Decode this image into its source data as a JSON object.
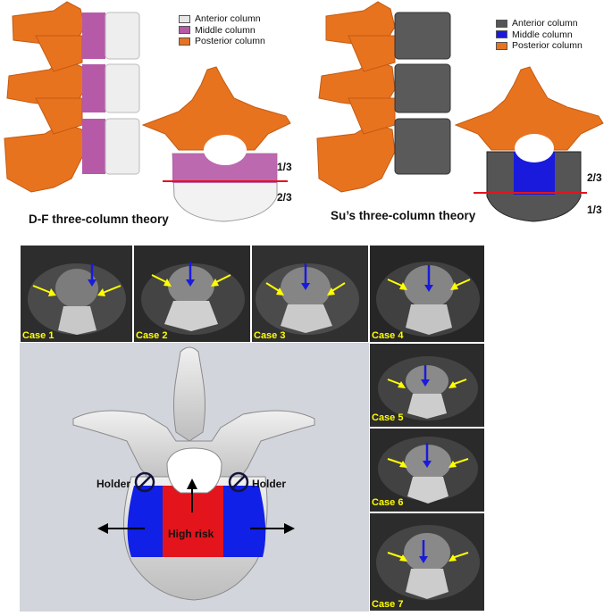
{
  "top_left": {
    "legend": [
      {
        "label": "Anterior column",
        "color": "#e6e6e6"
      },
      {
        "label": "Middle column",
        "color": "#b65aa8"
      },
      {
        "label": "Posterior column",
        "color": "#e8731f"
      }
    ],
    "title": "D-F three-column theory",
    "frac_upper": "1/3",
    "frac_lower": "2/3"
  },
  "top_right": {
    "legend": [
      {
        "label": "Anterior column",
        "color": "#555555"
      },
      {
        "label": "Middle column",
        "color": "#1a1adc"
      },
      {
        "label": "Posterior column",
        "color": "#e8731f"
      }
    ],
    "title": "Su’s three-column theory",
    "frac_upper": "2/3",
    "frac_lower": "1/3"
  },
  "cases": [
    "Case 1",
    "Case 2",
    "Case 3",
    "Case 4",
    "Case 5",
    "Case 6",
    "Case 7"
  ],
  "model": {
    "holder_left": "Holder",
    "holder_right": "Holder",
    "high_risk": "High risk",
    "colors": {
      "red": "#e3141c",
      "blue": "#1020e6",
      "bone": "#d8d8d8",
      "background": "#d3d5dc"
    }
  }
}
